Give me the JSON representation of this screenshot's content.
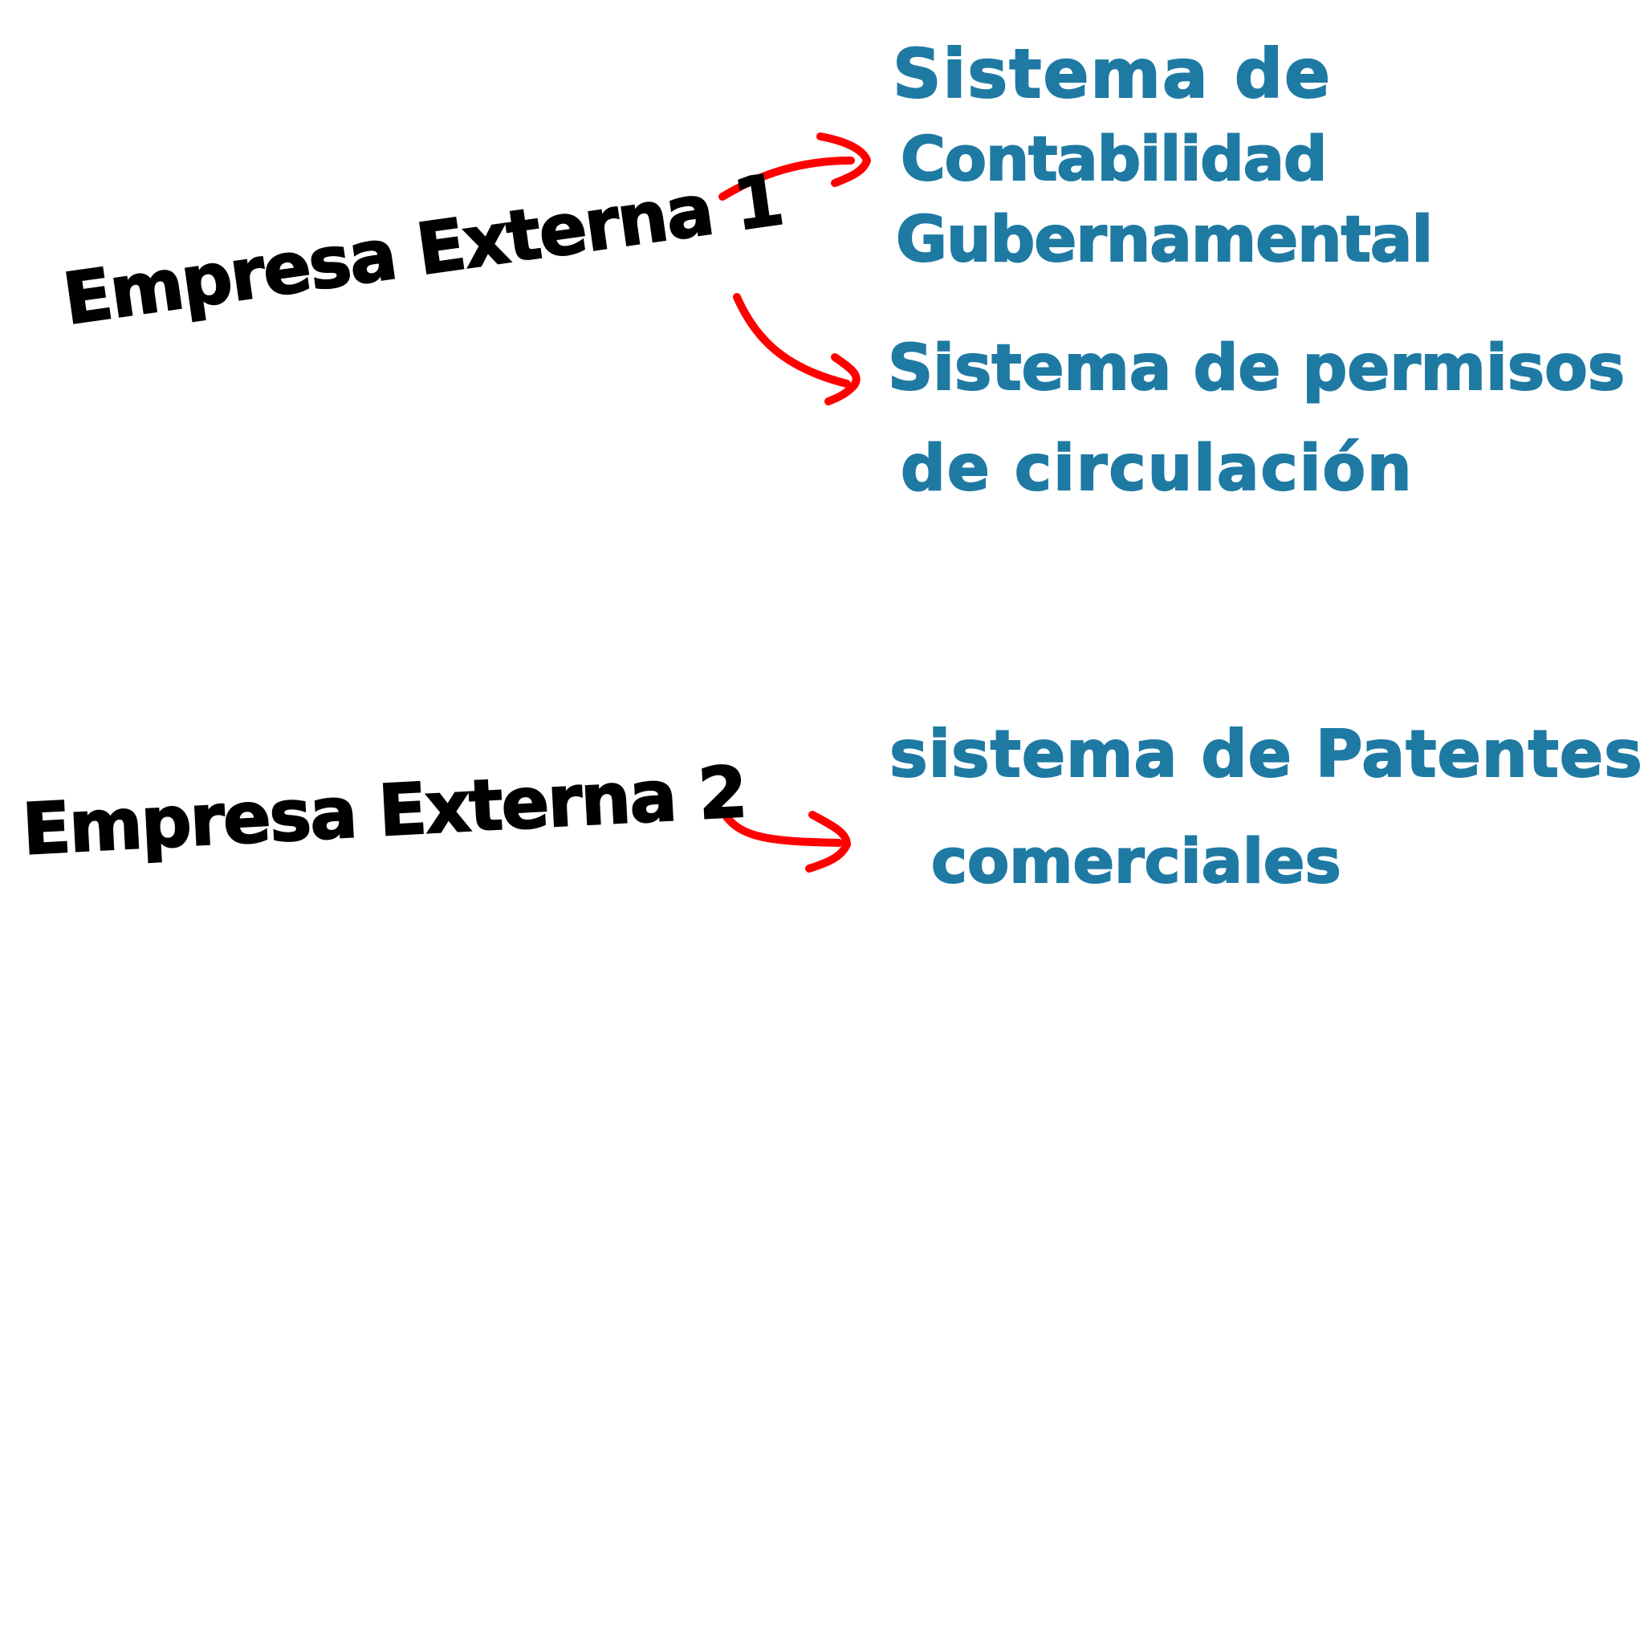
{
  "colors": {
    "background": "#ffffff",
    "company_ink": "#000000",
    "system_ink": "#1e7aa3",
    "arrow_ink": "#ff0000"
  },
  "companies": [
    {
      "label": "Empresa Externa 1"
    },
    {
      "label": "Empresa Externa 2"
    }
  ],
  "systems": [
    {
      "lines": [
        "Sistema de",
        "Contabilidad",
        "Gubernamental"
      ]
    },
    {
      "lines": [
        "Sistema de permisos",
        "de circulación"
      ]
    },
    {
      "lines": [
        "sistema de Patentes",
        "comerciales"
      ]
    }
  ],
  "connections": [
    {
      "from": "Empresa Externa 1",
      "to": "Sistema de Contabilidad Gubernamental"
    },
    {
      "from": "Empresa Externa 1",
      "to": "Sistema de permisos de circulación"
    },
    {
      "from": "Empresa Externa 2",
      "to": "sistema de Patentes comerciales"
    }
  ]
}
